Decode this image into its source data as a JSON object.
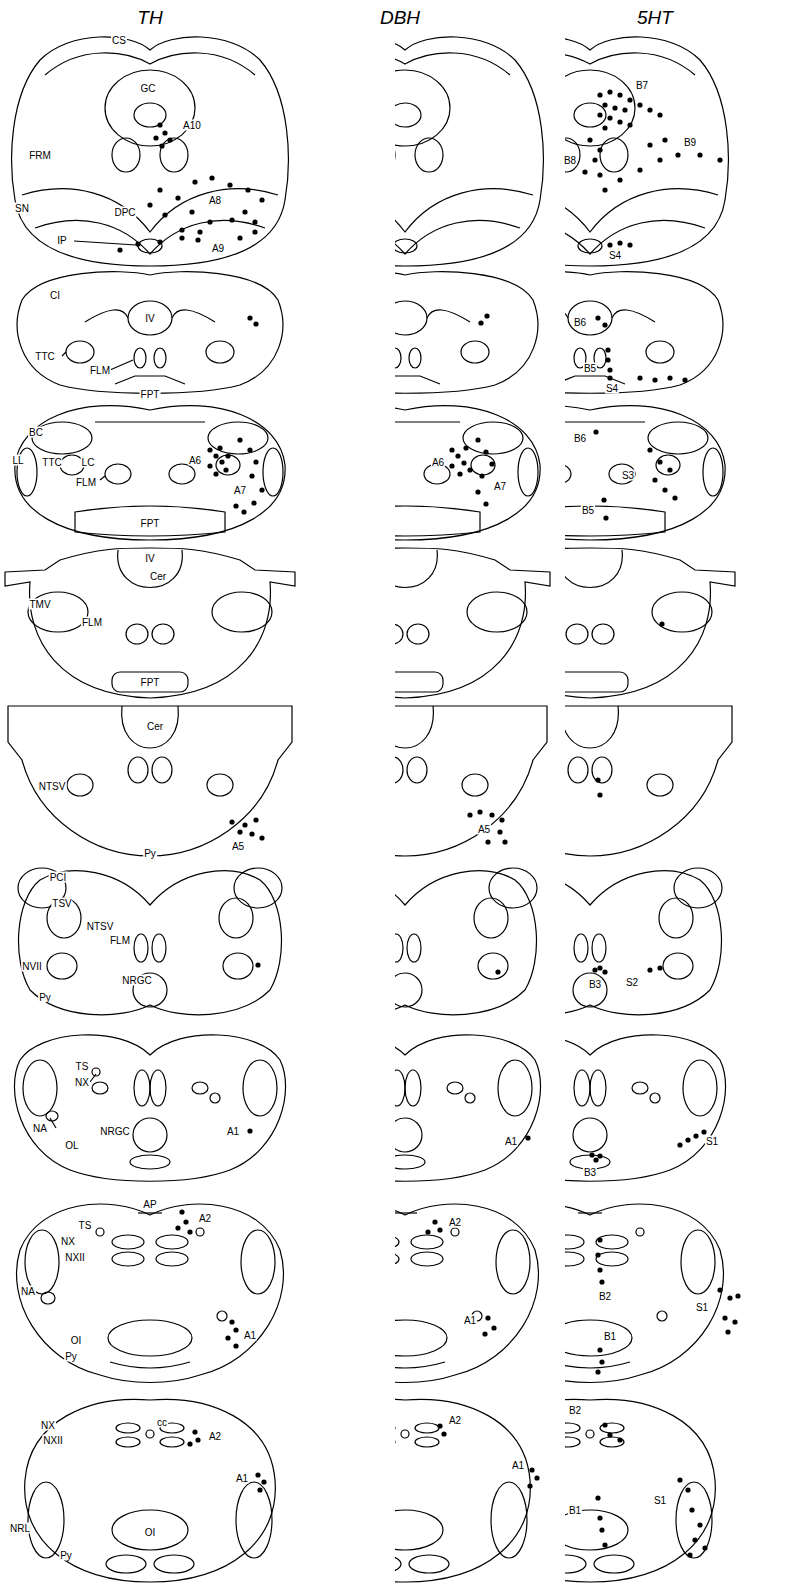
{
  "diagram": {
    "labels": [
      "TH",
      "DBH",
      "5HT",
      "CS",
      "GC",
      "A10",
      "FRM",
      "A8",
      "SN",
      "DPC",
      "IP",
      "A9",
      "B7",
      "B9",
      "B8",
      "S4",
      "CI",
      "IV",
      "TTC",
      "FLM",
      "FPT",
      "B6",
      "B5",
      "S4",
      "BC",
      "LL",
      "TTC",
      "LC",
      "A6",
      "FLM",
      "A7",
      "FPT",
      "A6",
      "A7",
      "B6",
      "S3",
      "B5",
      "IV",
      "Cer",
      "TMV",
      "FLM",
      "FPT",
      "Cer",
      "NTSV",
      "A5",
      "Py",
      "A5",
      "PCI",
      "TSV",
      "NTSV",
      "FLM",
      "NVII",
      "NRGC",
      "Py",
      "B3",
      "S2",
      "TS",
      "NX",
      "NA",
      "NRGC",
      "A1",
      "OL",
      "A1",
      "B3",
      "S1",
      "AP",
      "TS",
      "A2",
      "NX",
      "NXII",
      "NA",
      "A1",
      "OI",
      "Py",
      "A2",
      "A1",
      "B2",
      "S1",
      "B1",
      "NX",
      "cc",
      "A2",
      "NXII",
      "A1",
      "NRL",
      "OI",
      "Py",
      "A2",
      "A1",
      "B2",
      "S1",
      "B1"
    ]
  }
}
